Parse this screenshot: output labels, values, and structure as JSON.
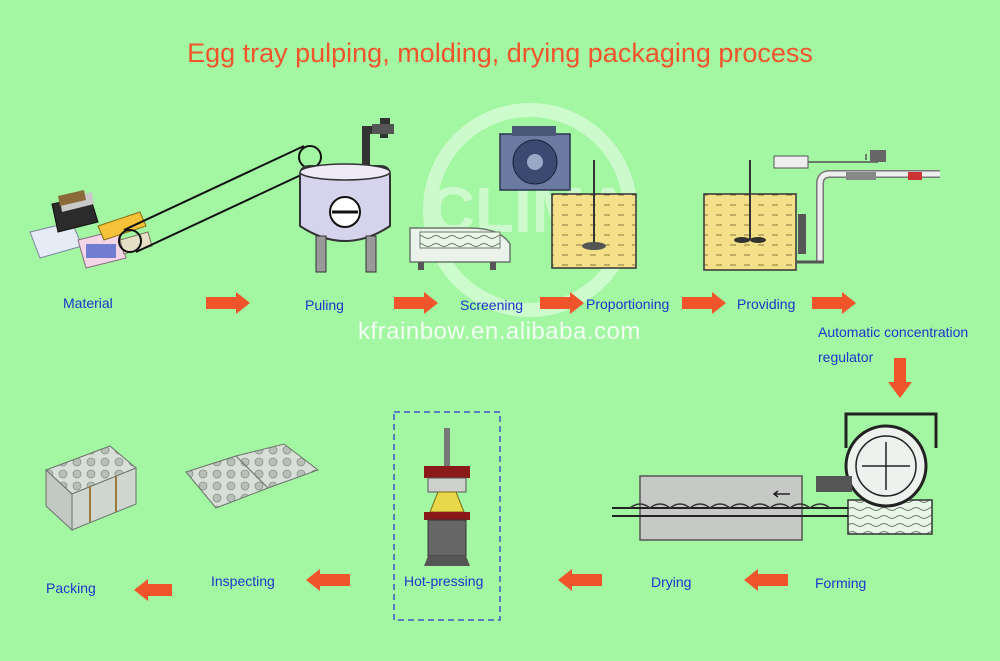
{
  "title": "Egg tray pulping, molding, drying packaging process",
  "watermark": "kfrainbow.en.alibaba.com",
  "watermark_logo": "CLIMA",
  "colors": {
    "background": "#a3f7a3",
    "title": "#f0542a",
    "label": "#1b36c8",
    "arrow": "#f0542a",
    "pulp": "#f3e089"
  },
  "steps": {
    "material": "Material",
    "pulping": "Puling",
    "screening": "Screening",
    "proportioning": "Proportioning",
    "providing": "Providing",
    "regulator_line1": "Automatic concentration",
    "regulator_line2": "regulator",
    "forming": "Forming",
    "drying": "Drying",
    "hot_pressing": "Hot-pressing",
    "inspecting": "Inspecting",
    "packing": "Packing"
  }
}
